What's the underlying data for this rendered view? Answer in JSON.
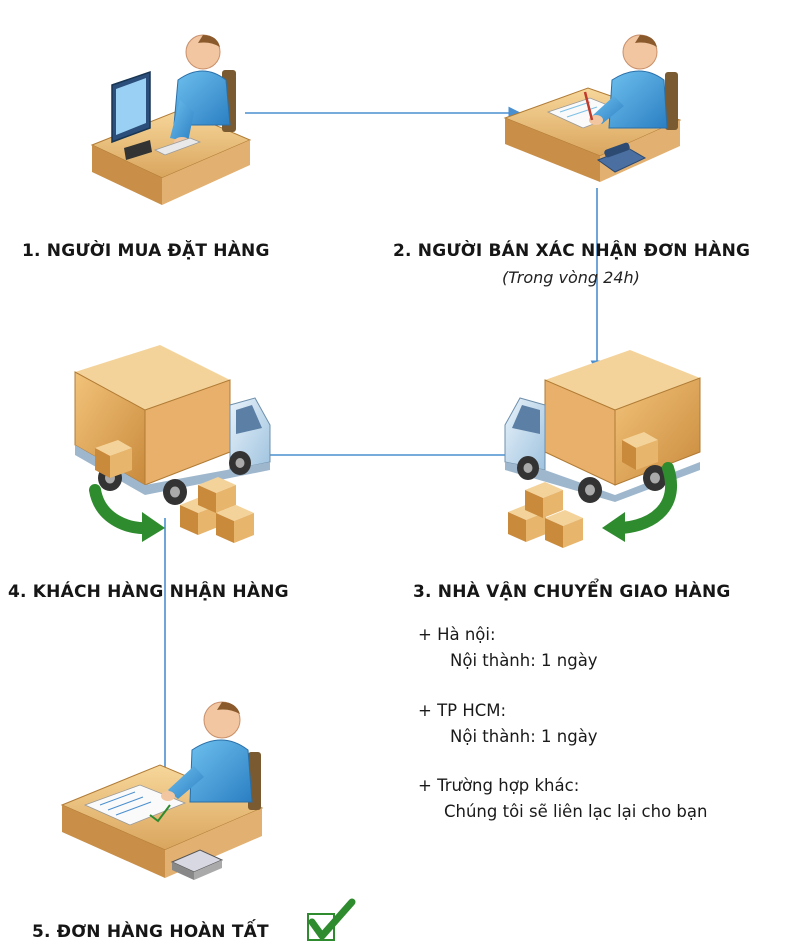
{
  "steps": [
    {
      "label": "1. NGƯỜI MUA ĐẶT HÀNG"
    },
    {
      "label": "2. NGƯỜI BÁN XÁC NHẬN ĐƠN HÀNG",
      "note": "(Trong vòng 24h)"
    },
    {
      "label": "3. NHÀ VẬN CHUYỂN GIAO HÀNG"
    },
    {
      "label": "4. KHÁCH HÀNG NHẬN HÀNG"
    },
    {
      "label": "5. ĐƠN HÀNG HOÀN TẤT"
    }
  ],
  "delivery": [
    {
      "region": "+ Hà nội:",
      "detail": "Nội thành: 1 ngày"
    },
    {
      "region": "+ TP HCM:",
      "detail": "Nội thành: 1 ngày"
    },
    {
      "region": "+ Trường hợp khác:",
      "detail": "Chúng tôi sẽ liên lạc lại cho bạn"
    }
  ],
  "colors": {
    "arrow": "#4a8fd0",
    "skin": "#f1c6a0",
    "shirt": "#3e9ad6",
    "desk": "#f0c27f",
    "box": "#e7b56c",
    "truck": "#cfe2f1",
    "green": "#2e8b2e"
  }
}
